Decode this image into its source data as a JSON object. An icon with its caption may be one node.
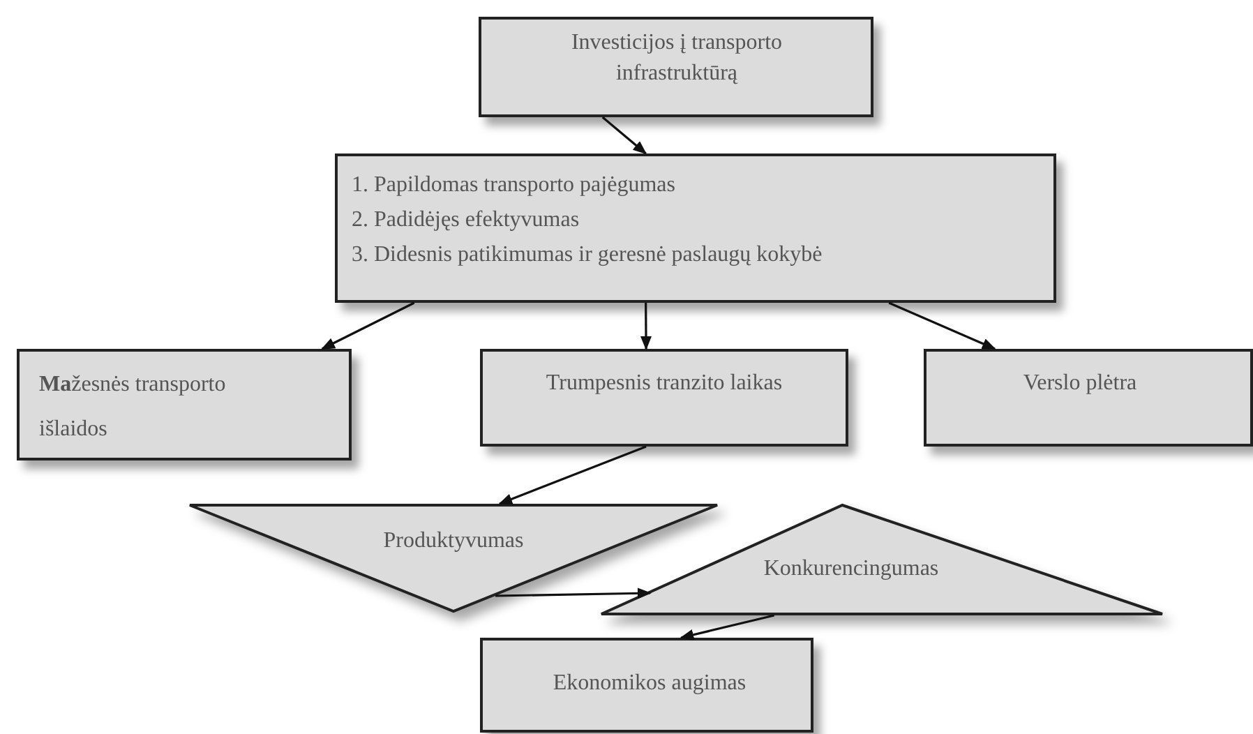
{
  "diagram": {
    "nodes": [
      {
        "text": [
          "Investicijos į transporto infrastruktūrą"
        ]
      },
      {
        "text": [
          "1. Papildomas transporto pajėgumas",
          "2. Padidėjęs efektyvumas",
          "3. Didesnis patikimumas ir geresnė paslaugų kokybė"
        ]
      },
      {
        "text": [
          "**Ma**žesnės transporto išlaidos"
        ]
      },
      {
        "text": [
          "Trumpesnis tranzito laikas"
        ]
      },
      {
        "text": [
          "Verslo plėtra"
        ]
      },
      {
        "text": [
          "Produktyvumas"
        ]
      },
      {
        "text": [
          "Konkurencingumas"
        ]
      },
      {
        "text": [
          "Ekonomikos augimas"
        ]
      }
    ],
    "edges": [
      {
        "from": 0,
        "to": 1,
        "arrow": "to"
      },
      {
        "from": 1,
        "to": 2,
        "arrow": "to"
      },
      {
        "from": 1,
        "to": 3,
        "arrow": "to"
      },
      {
        "from": 1,
        "to": 4,
        "arrow": "to"
      },
      {
        "from": 3,
        "to": 5,
        "arrow": "to"
      },
      {
        "from": 5,
        "to": 6,
        "arrow": "to"
      },
      {
        "from": 6,
        "to": 7,
        "arrow": "to"
      }
    ]
  }
}
